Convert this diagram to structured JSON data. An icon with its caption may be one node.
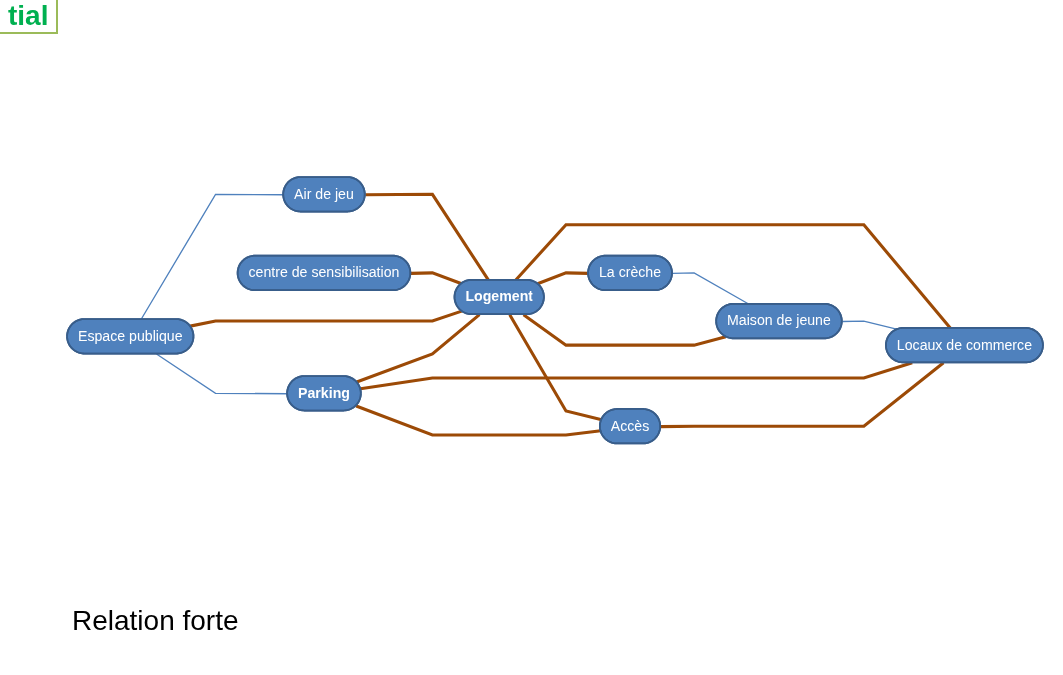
{
  "diagram": {
    "nodes": [
      {
        "text": [
          "centre de sensibilisation"
        ]
      },
      {
        "text": [
          "Air de jeu"
        ]
      },
      {
        "text": [
          "La crèche"
        ]
      },
      {
        "text": [
          "Espace publique"
        ]
      },
      {
        "text": [
          "Logement"
        ]
      },
      {
        "text": [
          "Maison de jeune"
        ]
      },
      {
        "text": [
          "Parking"
        ]
      },
      {
        "text": [
          "Locaux de commerce"
        ]
      },
      {
        "text": [
          "Accès"
        ]
      }
    ],
    "edges": [
      {
        "from": 3,
        "to": 1,
        "arrow": "none",
        "color": "#4f81bd"
      },
      {
        "from": 1,
        "to": 4,
        "arrow": "none"
      },
      {
        "from": 0,
        "to": 4,
        "arrow": "none"
      },
      {
        "from": 4,
        "to": 2,
        "arrow": "none"
      },
      {
        "from": 3,
        "to": 4,
        "arrow": "none"
      },
      {
        "from": 2,
        "to": 5,
        "arrow": "none",
        "color": "#4f81bd"
      },
      {
        "from": 4,
        "to": 5,
        "arrow": "none"
      },
      {
        "from": 3,
        "to": 6,
        "arrow": "none",
        "color": "#4f81bd"
      },
      {
        "from": 6,
        "to": 4,
        "arrow": "none"
      },
      {
        "from": 4,
        "to": 8,
        "arrow": "none"
      },
      {
        "from": 4,
        "to": 7,
        "arrow": "none"
      },
      {
        "from": 5,
        "to": 7,
        "arrow": "none",
        "color": "#4f81bd"
      },
      {
        "from": 6,
        "to": 7,
        "arrow": "none"
      },
      {
        "from": 6,
        "to": 8,
        "arrow": "none"
      },
      {
        "from": 8,
        "to": 7,
        "arrow": "none"
      }
    ],
    "labels": [
      "tial",
      "Relation forte"
    ]
  }
}
